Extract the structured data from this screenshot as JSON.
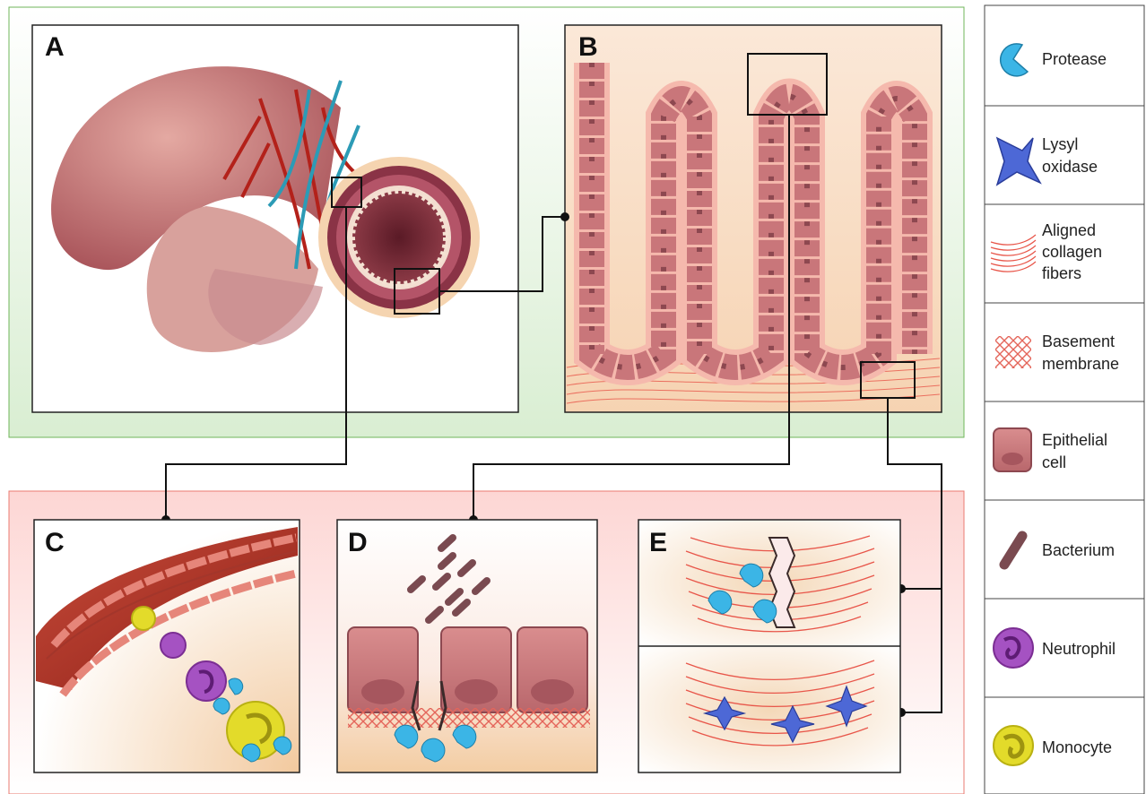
{
  "panels": {
    "a": "A",
    "b": "B",
    "c": "C",
    "d": "D",
    "e": "E"
  },
  "legend": [
    {
      "icon": "protease-icon",
      "lines": [
        "Protease"
      ]
    },
    {
      "icon": "lysyl-oxidase-icon",
      "lines": [
        "Lysyl",
        "oxidase"
      ]
    },
    {
      "icon": "aligned-collagen-fibers-icon",
      "lines": [
        "Aligned",
        "collagen",
        "fibers"
      ]
    },
    {
      "icon": "basement-membrane-icon",
      "lines": [
        "Basement",
        "membrane"
      ]
    },
    {
      "icon": "epithelial-cell-icon",
      "lines": [
        "Epithelial",
        "cell"
      ]
    },
    {
      "icon": "bacterium-icon",
      "lines": [
        "Bacterium"
      ]
    },
    {
      "icon": "neutrophil-icon",
      "lines": [
        "Neutrophil"
      ]
    },
    {
      "icon": "monocyte-icon",
      "lines": [
        "Monocyte"
      ]
    }
  ],
  "colors": {
    "protease": "#3bb5e6",
    "lysyl_oxidase": "#3d57c4",
    "collagen": "#e8564a",
    "epithelium": "#c9767a",
    "bacterium": "#7a4a50",
    "neutrophil": "#9b46b8",
    "monocyte": "#d8d21e",
    "normal_zone": "#e6f3e2",
    "disease_zone": "#fde3e1"
  }
}
